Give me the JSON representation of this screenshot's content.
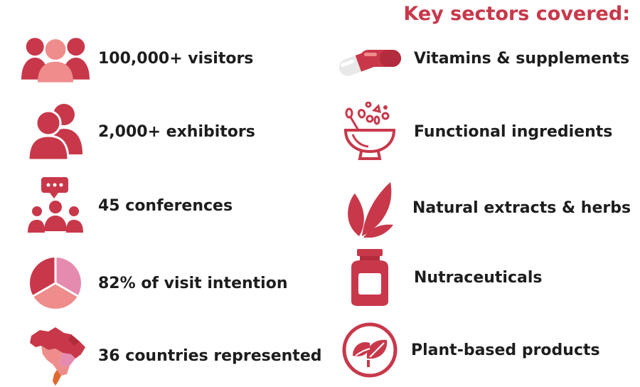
{
  "heading": "Key sectors covered:",
  "colors": {
    "accent": "#c8384a",
    "accent_light": "#ef8c8c",
    "pink": "#e58bb0",
    "dark_red": "#b32c3e",
    "text": "#1d1d1d"
  },
  "stats": [
    {
      "icon": "visitors-group-icon",
      "label": "100,000+ visitors"
    },
    {
      "icon": "exhibitors-people-icon",
      "label": "2,000+ exhibitors"
    },
    {
      "icon": "conference-audience-icon",
      "label": "45 conferences"
    },
    {
      "icon": "pie-chart-icon",
      "label": "82% of visit intention"
    },
    {
      "icon": "brazil-map-icon",
      "label": "36 countries represented"
    }
  ],
  "sectors": [
    {
      "icon": "pill-capsule-icon",
      "label": "Vitamins & supplements"
    },
    {
      "icon": "food-bowl-icon",
      "label": "Functional ingredients"
    },
    {
      "icon": "leaves-icon",
      "label": "Natural extracts & herbs"
    },
    {
      "icon": "supplement-jar-icon",
      "label": "Nutraceuticals"
    },
    {
      "icon": "plant-circle-icon",
      "label": "Plant-based products"
    }
  ]
}
